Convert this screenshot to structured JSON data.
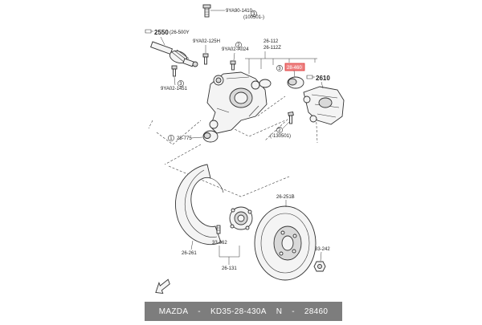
{
  "diagram": {
    "labels": {
      "l_9ya90": "9YA90-1410",
      "l_100501": "(100501-)",
      "n3a": "3",
      "l_2550": "2550",
      "l_26500y": "(26-500Y",
      "l_9ya02_125h": "9YA02-125H",
      "n2a": "2",
      "l_9ya02_a024": "9YA02-A024",
      "l_26112a": "26-112",
      "l_26112z": "26-112Z",
      "n3b": "3",
      "l_28460": "28-460",
      "l_2610": "2610",
      "n3c": "3",
      "l_9ya02_1451": "9YA02-1451",
      "n1": "1",
      "l_28775": "28-775",
      "n2b": "2",
      "l_130501": "(-130501)",
      "l_26251b": "26-251B",
      "l_26261": "26-261",
      "l_33062": "33-062",
      "l_26131": "26-131",
      "l_33242": "33-242"
    }
  },
  "footer": {
    "brand": "MAZDA",
    "sep1": "-",
    "part_number": "KD35-28-430A",
    "n_label": "N",
    "sep2": "-",
    "code": "28460"
  }
}
